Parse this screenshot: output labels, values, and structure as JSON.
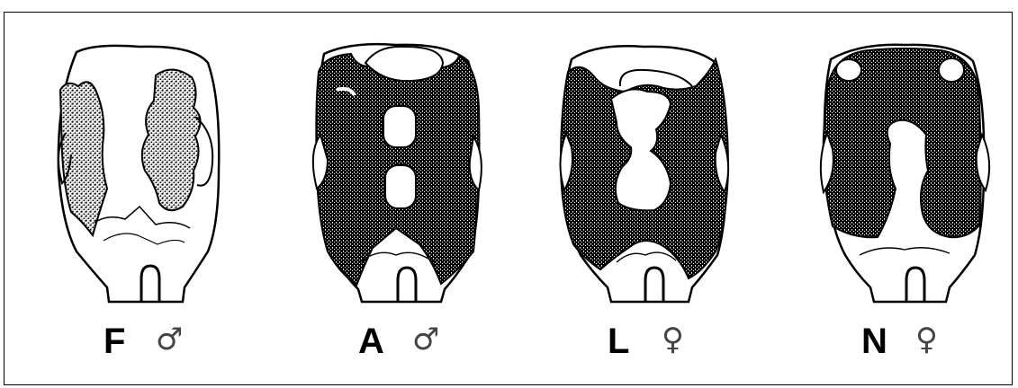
{
  "panels": [
    {
      "letter": "F",
      "sex": "♂",
      "sex_icon": "male-symbol-icon"
    },
    {
      "letter": "A",
      "sex": "♂",
      "sex_icon": "male-symbol-icon"
    },
    {
      "letter": "L",
      "sex": "♀",
      "sex_icon": "female-symbol-icon"
    },
    {
      "letter": "N",
      "sex": "♀",
      "sex_icon": "female-symbol-icon"
    }
  ],
  "colors": {
    "ink": "#000000",
    "background": "#ffffff",
    "sex_symbol": "#444444"
  }
}
